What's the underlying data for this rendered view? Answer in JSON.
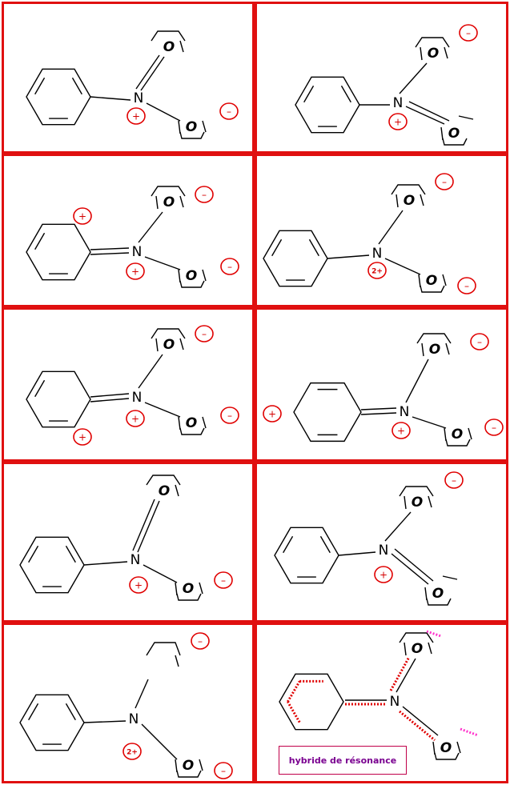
{
  "frame": {
    "border_color": "#e01010",
    "background": "#ffffff"
  },
  "cells": [
    {
      "nitrogen": "N",
      "oxygens": [
        "O",
        "O"
      ],
      "charges": [
        "+",
        "-"
      ]
    },
    {
      "nitrogen": "N",
      "oxygens": [
        "O",
        "O"
      ],
      "charges": [
        "+",
        "-"
      ]
    },
    {
      "nitrogen": "N",
      "oxygens": [
        "O",
        "O"
      ],
      "charges": [
        "+",
        "+",
        "-",
        "-"
      ]
    },
    {
      "nitrogen": "N",
      "oxygens": [
        "O",
        "O"
      ],
      "charges": [
        "2+",
        "-",
        "-"
      ]
    },
    {
      "nitrogen": "N",
      "oxygens": [
        "O",
        "O"
      ],
      "charges": [
        "+",
        "+",
        "-",
        "-"
      ]
    },
    {
      "nitrogen": "N",
      "oxygens": [
        "O",
        "O"
      ],
      "charges": [
        "+",
        "+",
        "-",
        "-"
      ]
    },
    {
      "nitrogen": "N",
      "oxygens": [
        "O",
        "O"
      ],
      "charges": [
        "+",
        "-"
      ]
    },
    {
      "nitrogen": "N",
      "oxygens": [
        "O",
        "O"
      ],
      "charges": [
        "+",
        "-"
      ]
    },
    {
      "nitrogen": "N",
      "oxygens": [
        "O"
      ],
      "charges": [
        "2+",
        "-",
        "-"
      ]
    },
    {
      "nitrogen": "N",
      "oxygens": [
        "O",
        "O"
      ],
      "charges": []
    }
  ],
  "caption": "hybride de résonance",
  "colors": {
    "charge": "#e00000",
    "hybrid_dots": "#e00000",
    "hybrid_pink": "#ff33cc",
    "caption_text": "#7a0090"
  }
}
